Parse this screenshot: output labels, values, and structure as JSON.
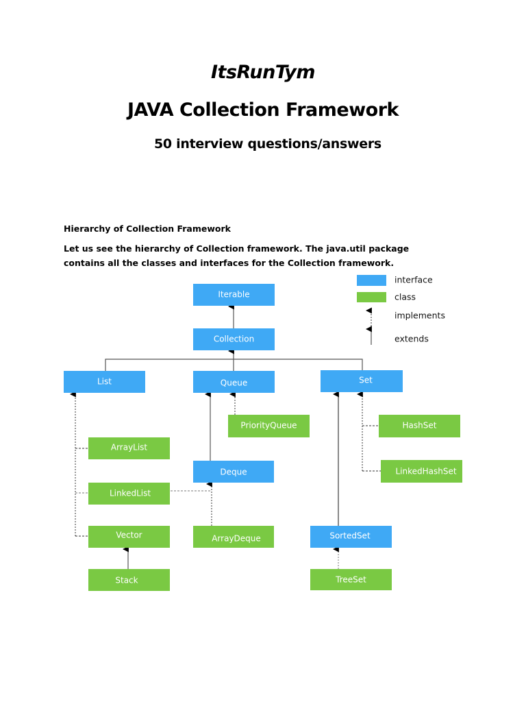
{
  "header": {
    "brand": "ItsRunTym",
    "title": "JAVA Collection Framework",
    "subtitle": "50 interview questions/answers"
  },
  "section": {
    "heading": "Hierarchy of Collection Framework",
    "intro": "Let us see the hierarchy of Collection framework. The java.util package contains all the classes and interfaces for the Collection framework."
  },
  "colors": {
    "interface": "#3FA9F5",
    "class": "#7AC943",
    "connector": "#555555"
  },
  "legend": {
    "interface": "interface",
    "class": "class",
    "implements": "implements",
    "extends": "extends"
  },
  "nodes": {
    "iterable": {
      "label": "Iterable",
      "kind": "interface"
    },
    "collection": {
      "label": "Collection",
      "kind": "interface"
    },
    "list": {
      "label": "List",
      "kind": "interface"
    },
    "queue": {
      "label": "Queue",
      "kind": "interface"
    },
    "set": {
      "label": "Set",
      "kind": "interface"
    },
    "arraylist": {
      "label": "ArrayList",
      "kind": "class"
    },
    "linkedlist": {
      "label": "LinkedList",
      "kind": "class"
    },
    "vector": {
      "label": "Vector",
      "kind": "class"
    },
    "stack": {
      "label": "Stack",
      "kind": "class"
    },
    "priorityqueue": {
      "label": "PriorityQueue",
      "kind": "class"
    },
    "deque": {
      "label": "Deque",
      "kind": "interface"
    },
    "arraydeque": {
      "label": "ArrayDeque",
      "kind": "class"
    },
    "hashset": {
      "label": "HashSet",
      "kind": "class"
    },
    "linkedhashset": {
      "label": "LinkedHashSet",
      "kind": "class"
    },
    "sortedset": {
      "label": "SortedSet",
      "kind": "interface"
    },
    "treeset": {
      "label": "TreeSet",
      "kind": "class"
    }
  },
  "relations": [
    {
      "from": "collection",
      "to": "iterable",
      "type": "extends"
    },
    {
      "from": "list",
      "to": "collection",
      "type": "extends"
    },
    {
      "from": "queue",
      "to": "collection",
      "type": "extends"
    },
    {
      "from": "set",
      "to": "collection",
      "type": "extends"
    },
    {
      "from": "arraylist",
      "to": "list",
      "type": "implements"
    },
    {
      "from": "linkedlist",
      "to": "list",
      "type": "implements"
    },
    {
      "from": "vector",
      "to": "list",
      "type": "implements"
    },
    {
      "from": "stack",
      "to": "vector",
      "type": "extends"
    },
    {
      "from": "priorityqueue",
      "to": "queue",
      "type": "implements"
    },
    {
      "from": "deque",
      "to": "queue",
      "type": "extends"
    },
    {
      "from": "linkedlist",
      "to": "deque",
      "type": "implements"
    },
    {
      "from": "arraydeque",
      "to": "deque",
      "type": "implements"
    },
    {
      "from": "hashset",
      "to": "set",
      "type": "implements"
    },
    {
      "from": "linkedhashset",
      "to": "set",
      "type": "implements"
    },
    {
      "from": "sortedset",
      "to": "set",
      "type": "extends"
    },
    {
      "from": "treeset",
      "to": "sortedset",
      "type": "implements"
    }
  ]
}
